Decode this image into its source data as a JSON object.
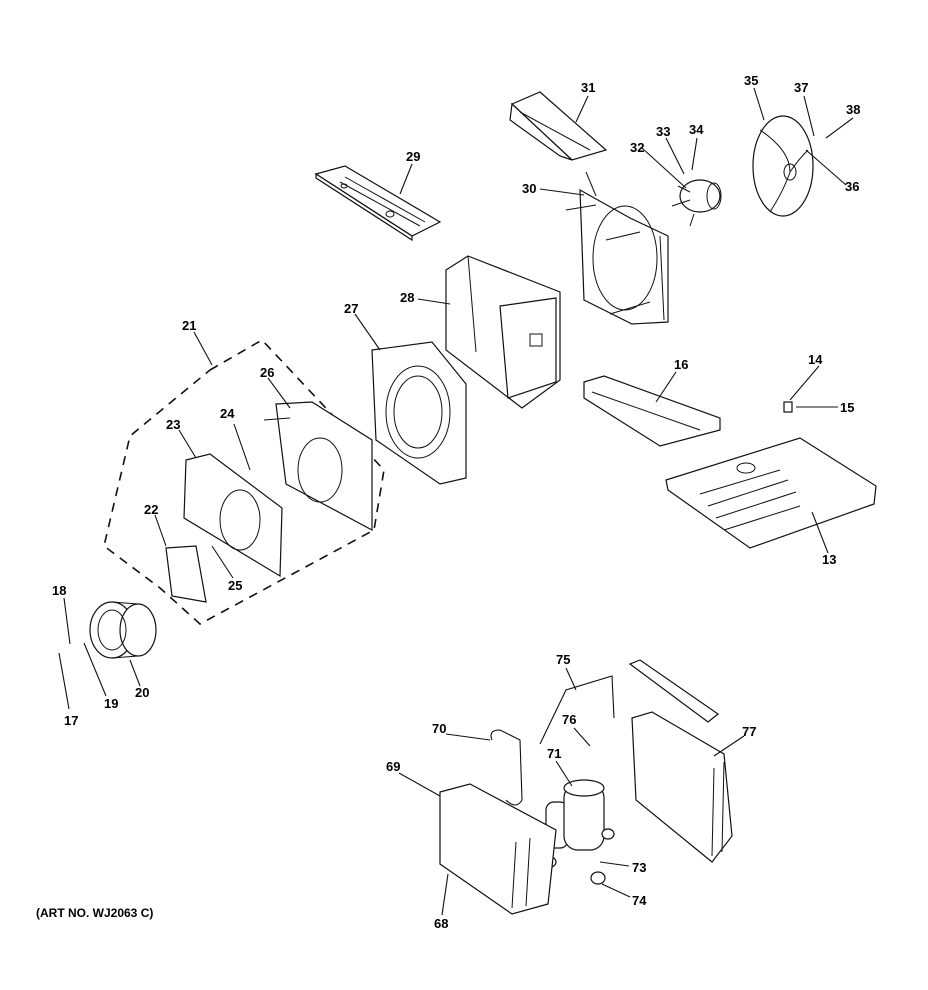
{
  "callouts": {
    "c13": "13",
    "c14": "14",
    "c15": "15",
    "c16": "16",
    "c17": "17",
    "c18": "18",
    "c19": "19",
    "c20": "20",
    "c21": "21",
    "c22": "22",
    "c23": "23",
    "c24": "24",
    "c25": "25",
    "c26": "26",
    "c27": "27",
    "c28": "28",
    "c29": "29",
    "c30": "30",
    "c31": "31",
    "c32": "32",
    "c33": "33",
    "c34": "34",
    "c35": "35",
    "c36": "36",
    "c37": "37",
    "c38": "38",
    "c68": "68",
    "c69": "69",
    "c70": "70",
    "c71": "71",
    "c73": "73",
    "c74": "74",
    "c75": "75",
    "c76": "76",
    "c77": "77"
  },
  "art_number": "(ART NO. WJ2063 C)"
}
